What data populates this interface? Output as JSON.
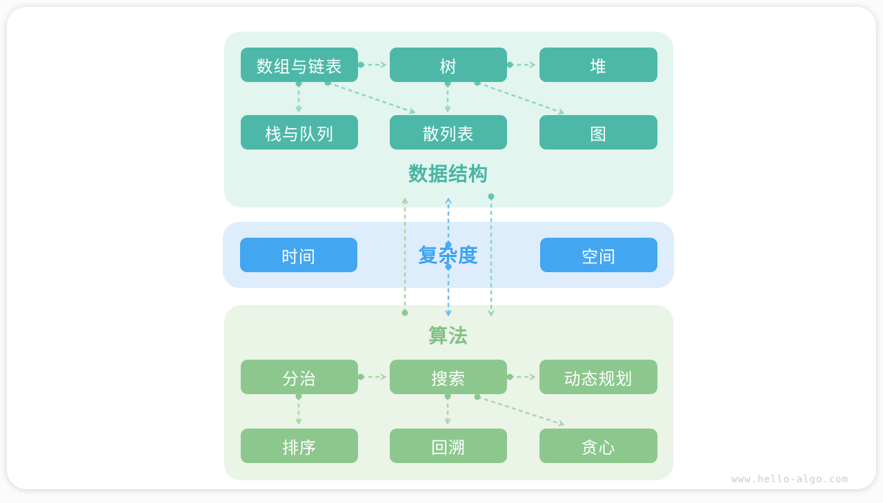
{
  "watermark": "www.hello-algo.com",
  "colors": {
    "card_bg": "#ffffff",
    "teal_box": "#4db8a7",
    "teal_panel": "#e3f5ef",
    "teal_label": "#47b5a2",
    "teal_arrow": "#8fd4c6",
    "teal_dot": "#63c5b3",
    "blue_box": "#43a6f1",
    "blue_panel": "#deedfc",
    "blue_label": "#3da2f0",
    "blue_arrow": "#74bdf4",
    "blue_dot": "#4fabf2",
    "green_box": "#8cc78d",
    "green_panel": "#eaf4e7",
    "green_label": "#82c185",
    "green_arrow": "#abd7a4",
    "green_dot": "#8cc78d",
    "node_text": "#ffffff",
    "watermark_text": "#c9cdd0"
  },
  "sections": {
    "data_structures": {
      "label": "数据结构",
      "row1": [
        "数组与链表",
        "树",
        "堆"
      ],
      "row2": [
        "栈与队列",
        "散列表",
        "图"
      ]
    },
    "complexity": {
      "label": "复杂度",
      "left_box": "时间",
      "right_box": "空间"
    },
    "algorithms": {
      "label": "算法",
      "row1": [
        "分治",
        "搜索",
        "动态规划"
      ],
      "row2": [
        "排序",
        "回溯",
        "贪心"
      ]
    }
  }
}
